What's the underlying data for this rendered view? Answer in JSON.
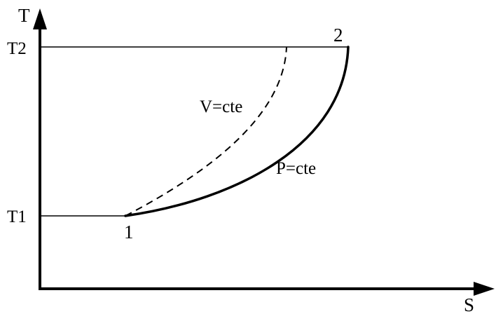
{
  "axes": {
    "y_label": "T",
    "x_label": "S"
  },
  "levels": {
    "t1_label": "T1",
    "t2_label": "T2"
  },
  "points": {
    "p1_label": "1",
    "p2_label": "2"
  },
  "curves": {
    "constant_pressure_label": "P=cte",
    "constant_volume_label": "V=cte"
  }
}
